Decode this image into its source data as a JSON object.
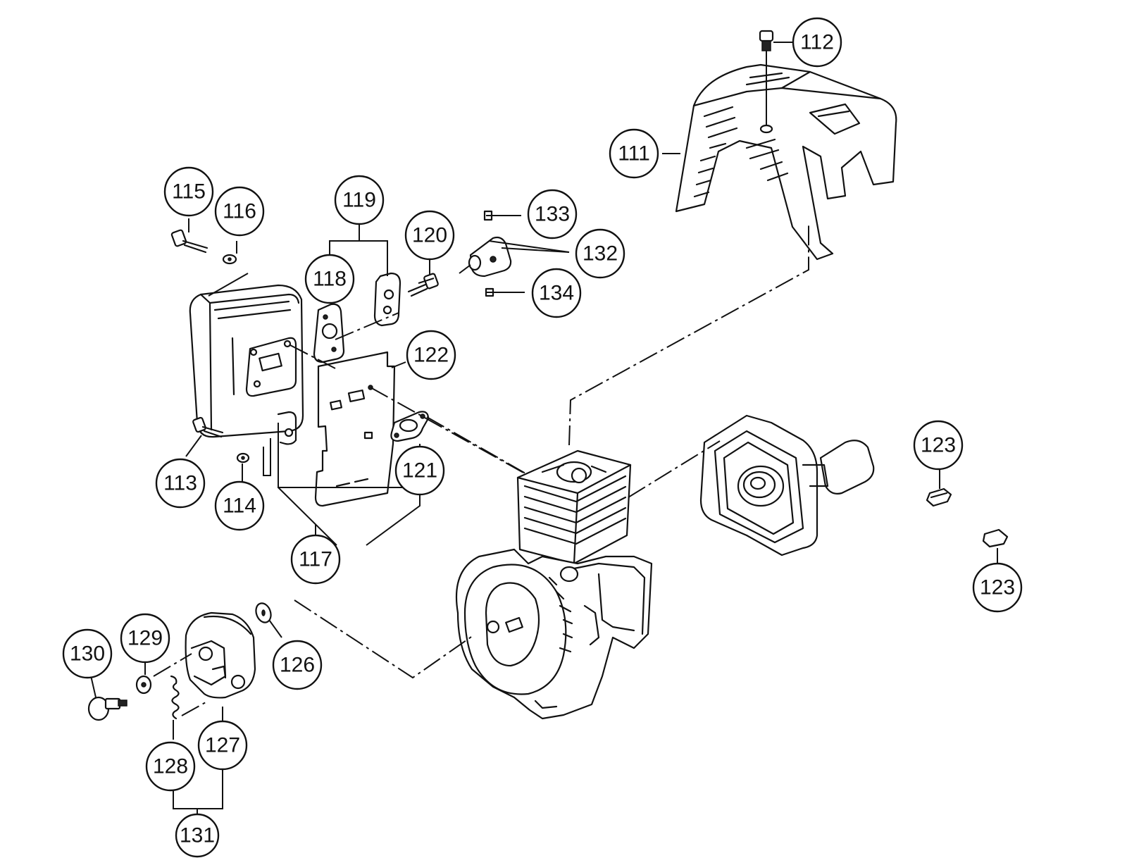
{
  "callouts": [
    {
      "id": "c111",
      "label": "111"
    },
    {
      "id": "c112",
      "label": "112"
    },
    {
      "id": "c113",
      "label": "113"
    },
    {
      "id": "c114",
      "label": "114"
    },
    {
      "id": "c115",
      "label": "115"
    },
    {
      "id": "c116",
      "label": "116"
    },
    {
      "id": "c117",
      "label": "117"
    },
    {
      "id": "c118",
      "label": "118"
    },
    {
      "id": "c119",
      "label": "119"
    },
    {
      "id": "c120",
      "label": "120"
    },
    {
      "id": "c121",
      "label": "121"
    },
    {
      "id": "c122",
      "label": "122"
    },
    {
      "id": "c123a",
      "label": "123"
    },
    {
      "id": "c123b",
      "label": "123"
    },
    {
      "id": "c126",
      "label": "126"
    },
    {
      "id": "c127",
      "label": "127"
    },
    {
      "id": "c128",
      "label": "128"
    },
    {
      "id": "c129",
      "label": "129"
    },
    {
      "id": "c130",
      "label": "130"
    },
    {
      "id": "c131",
      "label": "131"
    },
    {
      "id": "c132",
      "label": "132"
    },
    {
      "id": "c133",
      "label": "133"
    },
    {
      "id": "c134",
      "label": "134"
    }
  ]
}
